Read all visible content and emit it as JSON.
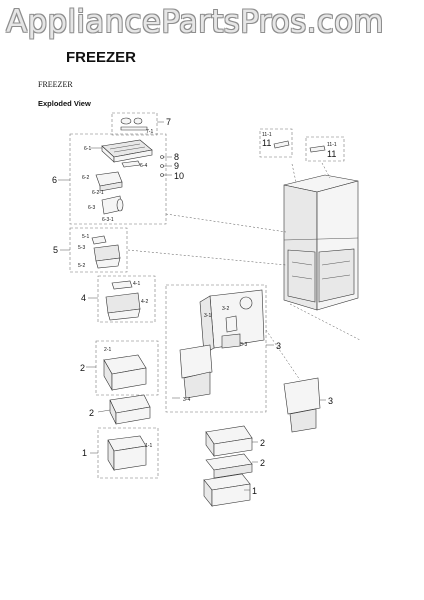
{
  "watermark": "AppliancePartsPros.com",
  "header": {
    "title": "FREEZER",
    "section_label": "FREEZER",
    "view_label": "Exploded View"
  },
  "callouts": {
    "c7": "7",
    "c71": "7-1",
    "c61": "6-1",
    "c64": "6-4",
    "c6": "6",
    "c62": "6-2",
    "c621": "6-2-1",
    "c63": "6-3",
    "c631": "6-3-1",
    "c8": "8",
    "c9": "9",
    "c10": "10",
    "c111a": "11-1",
    "c11a": "11",
    "c111b": "11-1",
    "c11b": "11",
    "c5": "5",
    "c51": "5-1",
    "c53": "5-3",
    "c52": "5-2",
    "c4": "4",
    "c41": "4-1",
    "c42": "4-2",
    "c3a": "3",
    "c32": "3-2",
    "c31": "3-1",
    "c33": "3-3",
    "c34": "3-4",
    "c2a": "2",
    "c21": "2-1",
    "c2b": "2",
    "c1a": "1",
    "c11": "1-1",
    "c3b": "3",
    "c2c": "2",
    "c2d": "2",
    "c1b": "1"
  }
}
